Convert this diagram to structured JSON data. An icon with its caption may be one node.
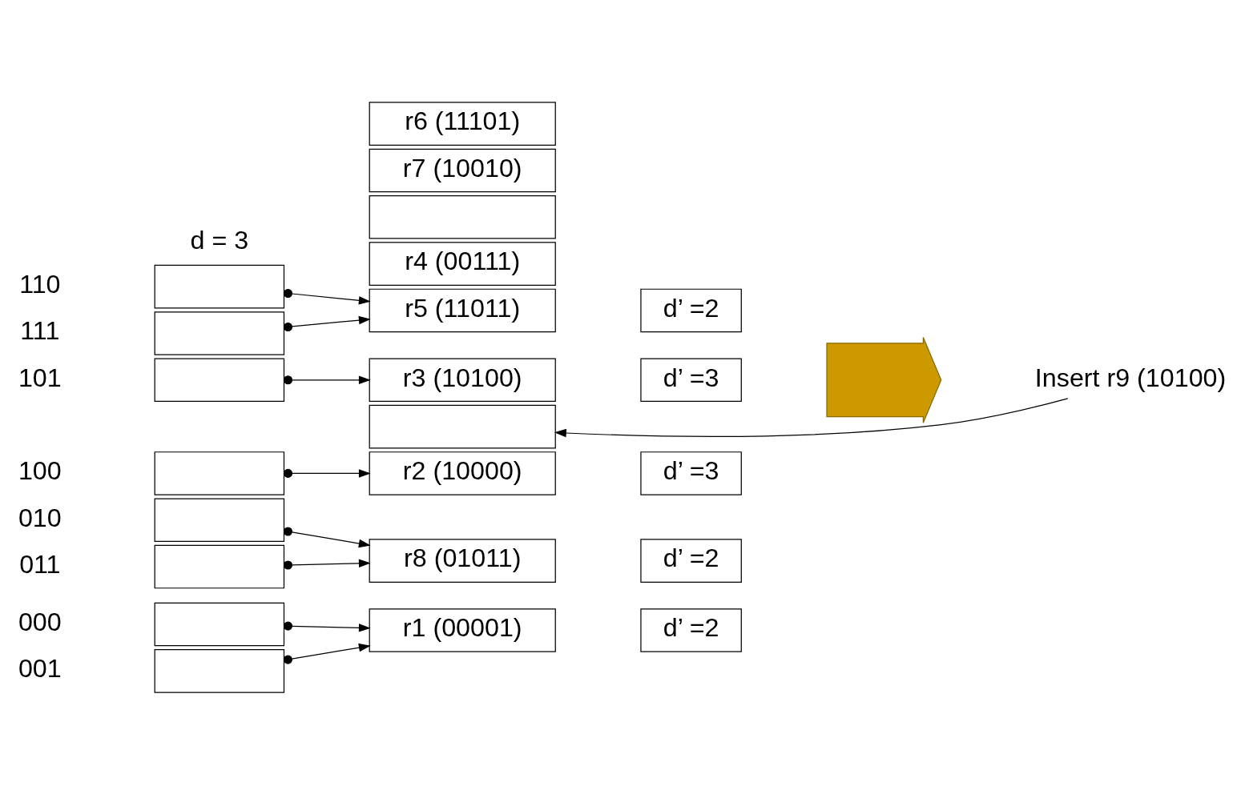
{
  "diagram": {
    "nodes": [
      {
        "text": [],
        "shape": "box",
        "beside": [
          "000"
        ]
      },
      {
        "text": [],
        "shape": "box",
        "beside": [
          "001"
        ]
      },
      {
        "text": [],
        "shape": "box",
        "beside": [
          "010"
        ]
      },
      {
        "text": [],
        "shape": "box",
        "beside": [
          "011"
        ]
      },
      {
        "text": [],
        "shape": "box",
        "beside": [
          "100"
        ]
      },
      {
        "text": [],
        "shape": "box",
        "beside": [
          "101"
        ]
      },
      {
        "text": [],
        "shape": "box",
        "beside": [
          "110"
        ]
      },
      {
        "text": [],
        "shape": "box",
        "beside": [
          "111"
        ]
      },
      {
        "text": [
          "r1 (00001)"
        ]
      },
      {
        "text": [
          "d’ =2"
        ]
      },
      {
        "text": [
          "r4 (00111)"
        ]
      },
      {
        "text": [
          "r8 (01011)"
        ]
      },
      {
        "text": [
          "d’ =2"
        ]
      },
      {
        "text": [],
        "shape": "box"
      },
      {
        "text": [
          "r2 (10000)"
        ]
      },
      {
        "text": [
          "d’ =3"
        ]
      },
      {
        "text": [
          "r7 (10010)"
        ]
      },
      {
        "text": [
          "r3 (10100)"
        ]
      },
      {
        "text": [
          "d’ =3"
        ]
      },
      {
        "text": [],
        "shape": "box"
      },
      {
        "text": [
          "r5 (11011)"
        ]
      },
      {
        "text": [
          "d’ =2"
        ]
      },
      {
        "text": [
          "r6 (11101)"
        ]
      },
      {
        "text": [
          "Insert r9 (10100)"
        ]
      },
      {
        "text": [],
        "shape": "arrow"
      }
    ],
    "edges": [
      {
        "from": 0,
        "to": 8,
        "arrow": "to"
      },
      {
        "from": 1,
        "to": 8,
        "arrow": "to"
      },
      {
        "from": 2,
        "to": 11,
        "arrow": "to"
      },
      {
        "from": 3,
        "to": 11,
        "arrow": "to"
      },
      {
        "from": 4,
        "to": 14,
        "arrow": "to"
      },
      {
        "from": 5,
        "to": 17,
        "arrow": "to"
      },
      {
        "from": 6,
        "to": 20,
        "arrow": "to"
      },
      {
        "from": 7,
        "to": 20,
        "arrow": "to"
      },
      {
        "from": 23,
        "to": 19,
        "arrow": "to"
      }
    ],
    "labels": [
      "d = 3"
    ]
  }
}
